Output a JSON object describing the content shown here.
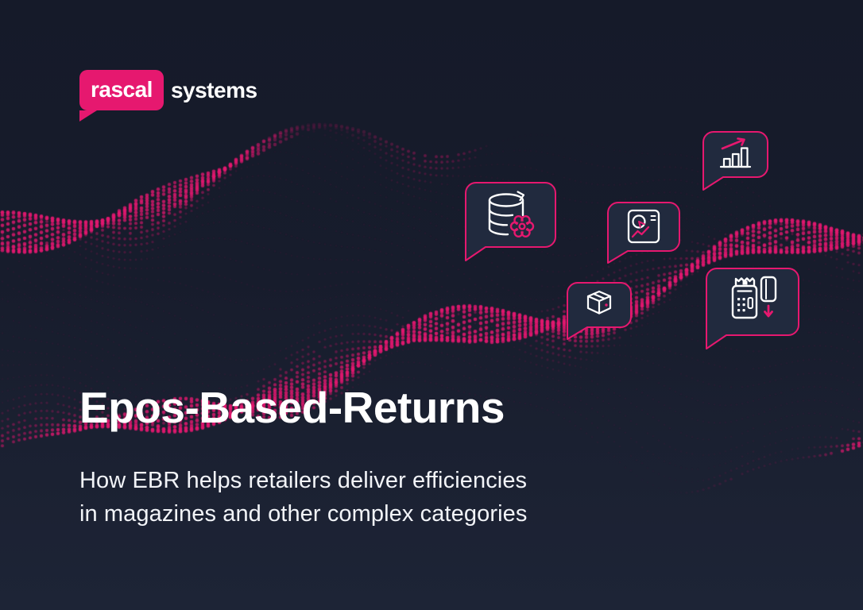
{
  "logo": {
    "brand": "rascal",
    "suffix": "systems"
  },
  "hero": {
    "title": "Epos-Based-Returns",
    "subtitle_line1": "How EBR helps retailers deliver efficiencies",
    "subtitle_line2": "in magazines and other complex categories"
  },
  "icons": [
    {
      "name": "bar-chart-growth-icon"
    },
    {
      "name": "database-gear-icon"
    },
    {
      "name": "dashboard-report-icon"
    },
    {
      "name": "package-box-icon"
    },
    {
      "name": "epos-terminal-returns-icon"
    }
  ],
  "colors": {
    "background_top": "#151A29",
    "background_bottom": "#1D2436",
    "accent_pink": "#E6186F",
    "particle_pink": "#C2186B",
    "bubble_fill": "#212A3E",
    "text_white": "#FFFFFF"
  }
}
